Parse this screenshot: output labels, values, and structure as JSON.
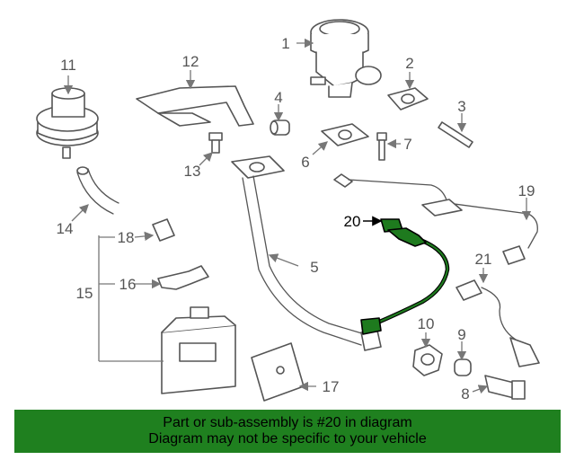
{
  "diagram": {
    "callouts": [
      "1",
      "2",
      "3",
      "4",
      "5",
      "6",
      "7",
      "8",
      "9",
      "10",
      "11",
      "12",
      "13",
      "14",
      "15",
      "16",
      "17",
      "18",
      "19",
      "20",
      "21"
    ],
    "highlight_part": "20",
    "highlight_color": "#1f801f"
  },
  "banner": {
    "line1": "Part or sub-assembly is #20 in diagram",
    "line2": "Diagram may not be specific to your vehicle"
  }
}
